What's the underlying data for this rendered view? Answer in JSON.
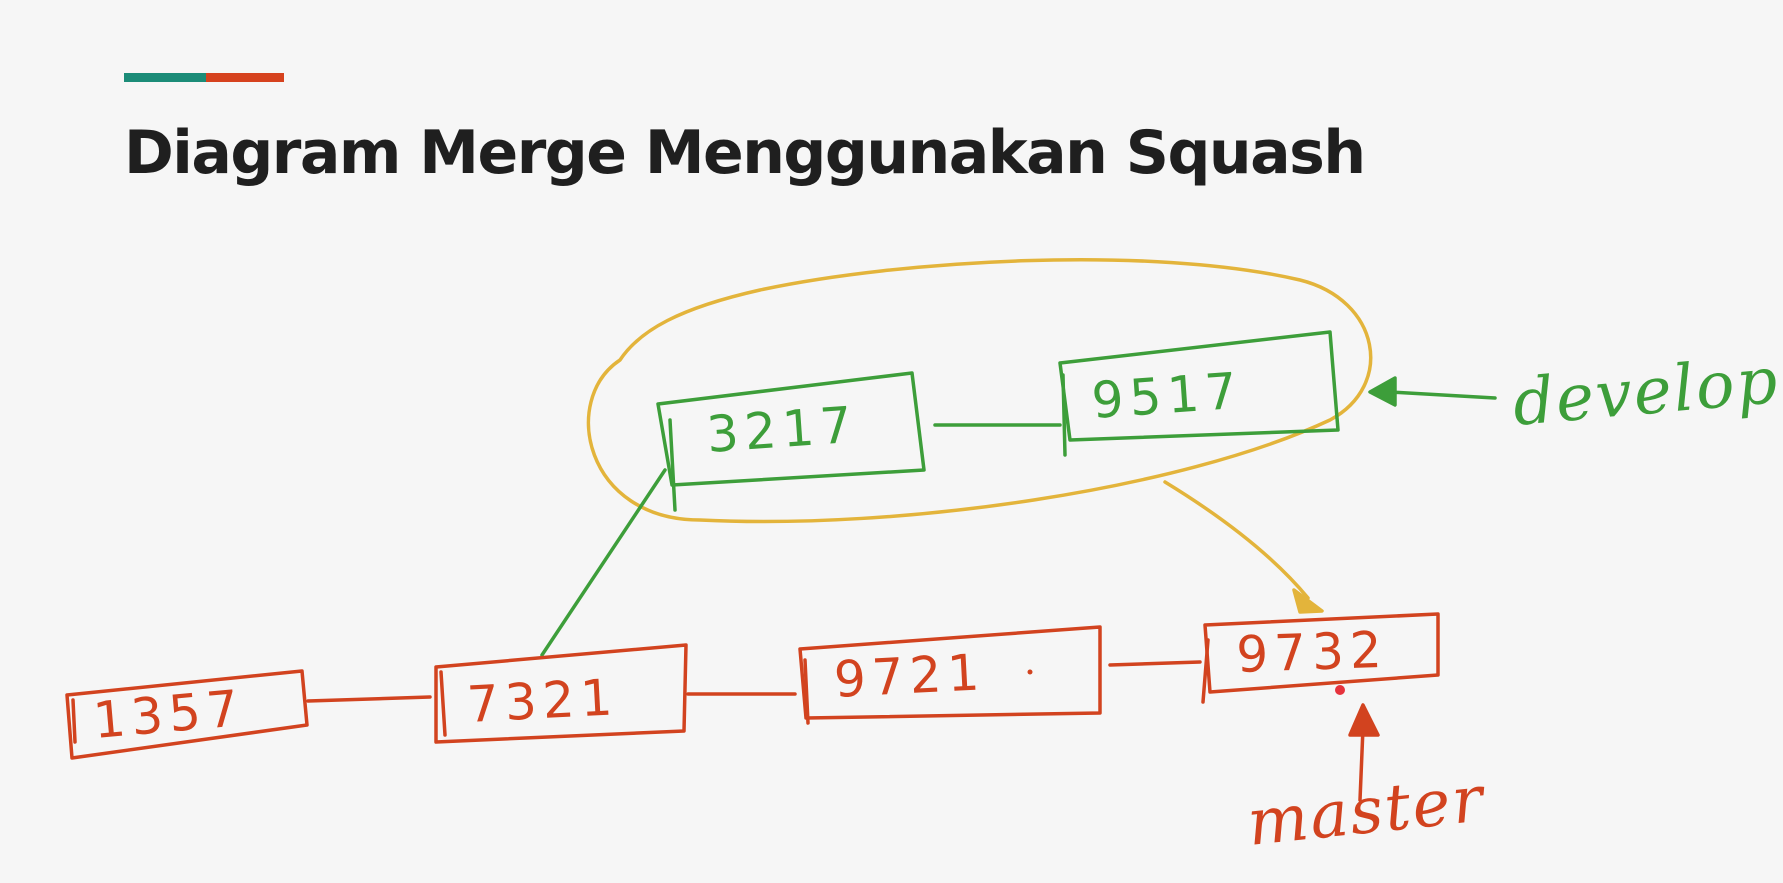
{
  "title": "Diagram Merge Menggunakan Squash",
  "colors": {
    "accent_left": "#1c8c78",
    "accent_right": "#d6421e",
    "master": "#d2431f",
    "develop": "#3d9e3a",
    "squash": "#e3b43b"
  },
  "diagram": {
    "master_commits": [
      "1357",
      "7321",
      "9721",
      "9732"
    ],
    "develop_commits": [
      "3217",
      "9517"
    ],
    "labels": {
      "develop": "develop",
      "master": "master"
    }
  }
}
